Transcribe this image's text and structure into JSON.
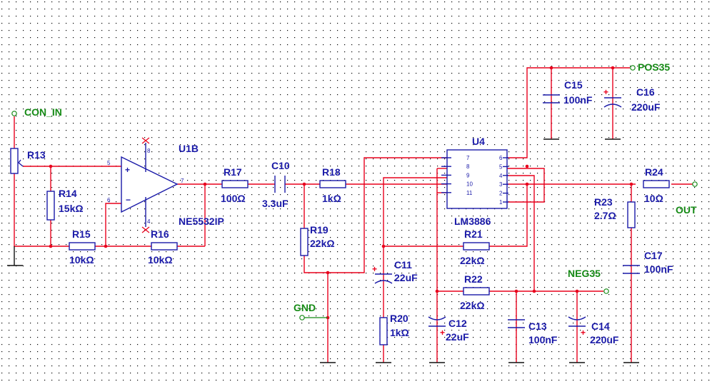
{
  "nets": {
    "con_in": "CON_IN",
    "pos35": "POS35",
    "neg35": "NEG35",
    "gnd": "GND",
    "out": "OUT"
  },
  "parts": {
    "u1b": {
      "ref": "U1B",
      "value": "NE5532IP",
      "pins": {
        "plus": "5",
        "minus": "6",
        "out": "7",
        "vp": "8",
        "vn": "4"
      },
      "plus_sign": "+",
      "minus_sign": "−"
    },
    "u4": {
      "ref": "U4",
      "value": "LM3886",
      "left_pins": [
        "7",
        "8",
        "9",
        "10",
        "11"
      ],
      "right_pins": [
        "6",
        "5",
        "4",
        "3",
        "2",
        "1"
      ]
    },
    "r13": {
      "ref": "R13"
    },
    "r14": {
      "ref": "R14",
      "value": "15kΩ"
    },
    "r15": {
      "ref": "R15",
      "value": "10kΩ"
    },
    "r16": {
      "ref": "R16",
      "value": "10kΩ"
    },
    "r17": {
      "ref": "R17",
      "value": "100Ω"
    },
    "c10": {
      "ref": "C10",
      "value": "3.3uF"
    },
    "r18": {
      "ref": "R18",
      "value": "1kΩ"
    },
    "r19": {
      "ref": "R19",
      "value": "22kΩ"
    },
    "c11": {
      "ref": "C11",
      "value": "22uF"
    },
    "r20": {
      "ref": "R20",
      "value": "1kΩ"
    },
    "c12": {
      "ref": "C12",
      "value": "22uF"
    },
    "r21": {
      "ref": "R21",
      "value": "22kΩ"
    },
    "r22": {
      "ref": "R22",
      "value": "22kΩ"
    },
    "c13": {
      "ref": "C13",
      "value": "100nF"
    },
    "c14": {
      "ref": "C14",
      "value": "220uF"
    },
    "c15": {
      "ref": "C15",
      "value": "100nF"
    },
    "c16": {
      "ref": "C16",
      "value": "220uF"
    },
    "r23": {
      "ref": "R23",
      "value": "2.7Ω"
    },
    "r24": {
      "ref": "R24",
      "value": "10Ω"
    },
    "c17": {
      "ref": "C17",
      "value": "100nF"
    }
  },
  "polarity_mark": "+",
  "colors": {
    "background": "#ffffff",
    "grid_dot": "#000000",
    "wire": "#e8001c",
    "component": "#1a1aa8",
    "net_label": "#158a15",
    "ground": "#111111"
  }
}
